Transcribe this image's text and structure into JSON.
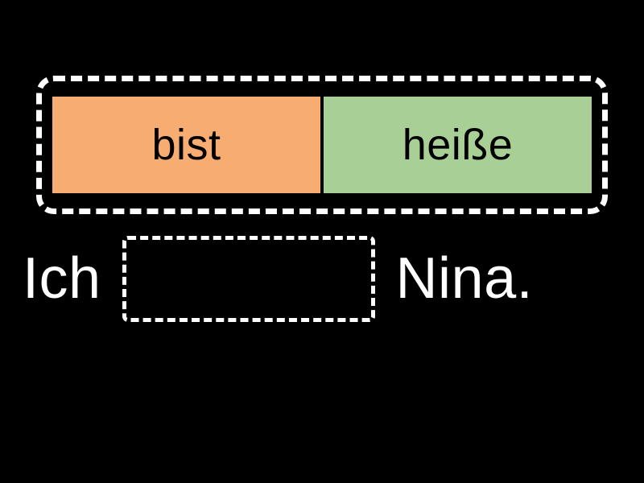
{
  "background_color": "#000000",
  "word_bank": {
    "border_color": "#ffffff",
    "tiles": [
      {
        "label": "bist",
        "color": "#f7ac71",
        "name": "word-tile-bist"
      },
      {
        "label": "heiße",
        "color": "#a7cf96",
        "name": "word-tile-heisse"
      }
    ]
  },
  "sentence": {
    "text_color": "#ffffff",
    "before": "Ich",
    "blank_value": "",
    "after": "Nina.",
    "full_text": "Ich ____ Nina."
  }
}
